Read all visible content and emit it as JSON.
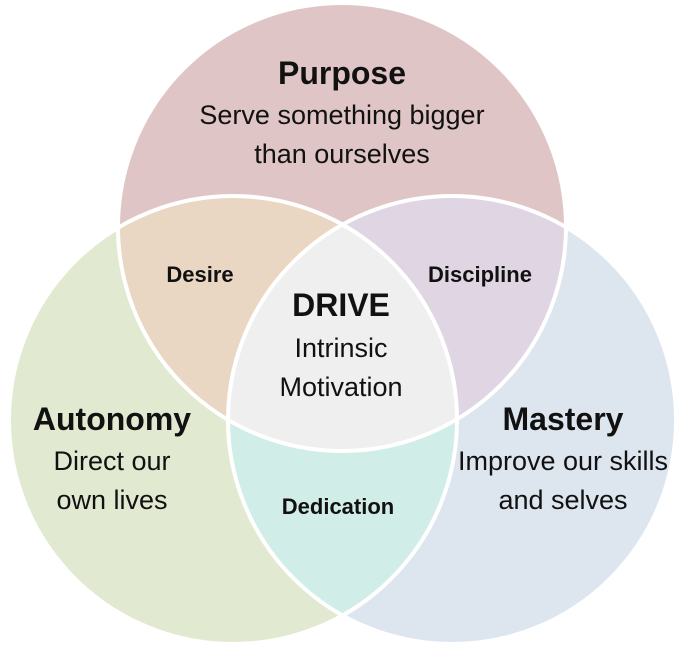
{
  "purpose": {
    "title": "Purpose",
    "line1": "Serve something bigger",
    "line2": "than ourselves"
  },
  "autonomy": {
    "title": "Autonomy",
    "line1": "Direct our",
    "line2": "own lives"
  },
  "mastery": {
    "title": "Mastery",
    "line1": "Improve our skills",
    "line2": "and selves"
  },
  "overlaps": {
    "purpose_autonomy": "Desire",
    "purpose_mastery": "Discipline",
    "autonomy_mastery": "Dedication"
  },
  "center": {
    "title": "DRIVE",
    "line1": "Intrinsic",
    "line2": "Motivation"
  },
  "colors": {
    "purpose": "#dfc5c6",
    "autonomy": "#e1ead1",
    "mastery": "#dde5ee",
    "purpose_autonomy": "#ead7c3",
    "purpose_mastery": "#e0d5e2",
    "autonomy_mastery": "#d0ede7",
    "center": "#efefef",
    "outline": "#ffffff"
  }
}
